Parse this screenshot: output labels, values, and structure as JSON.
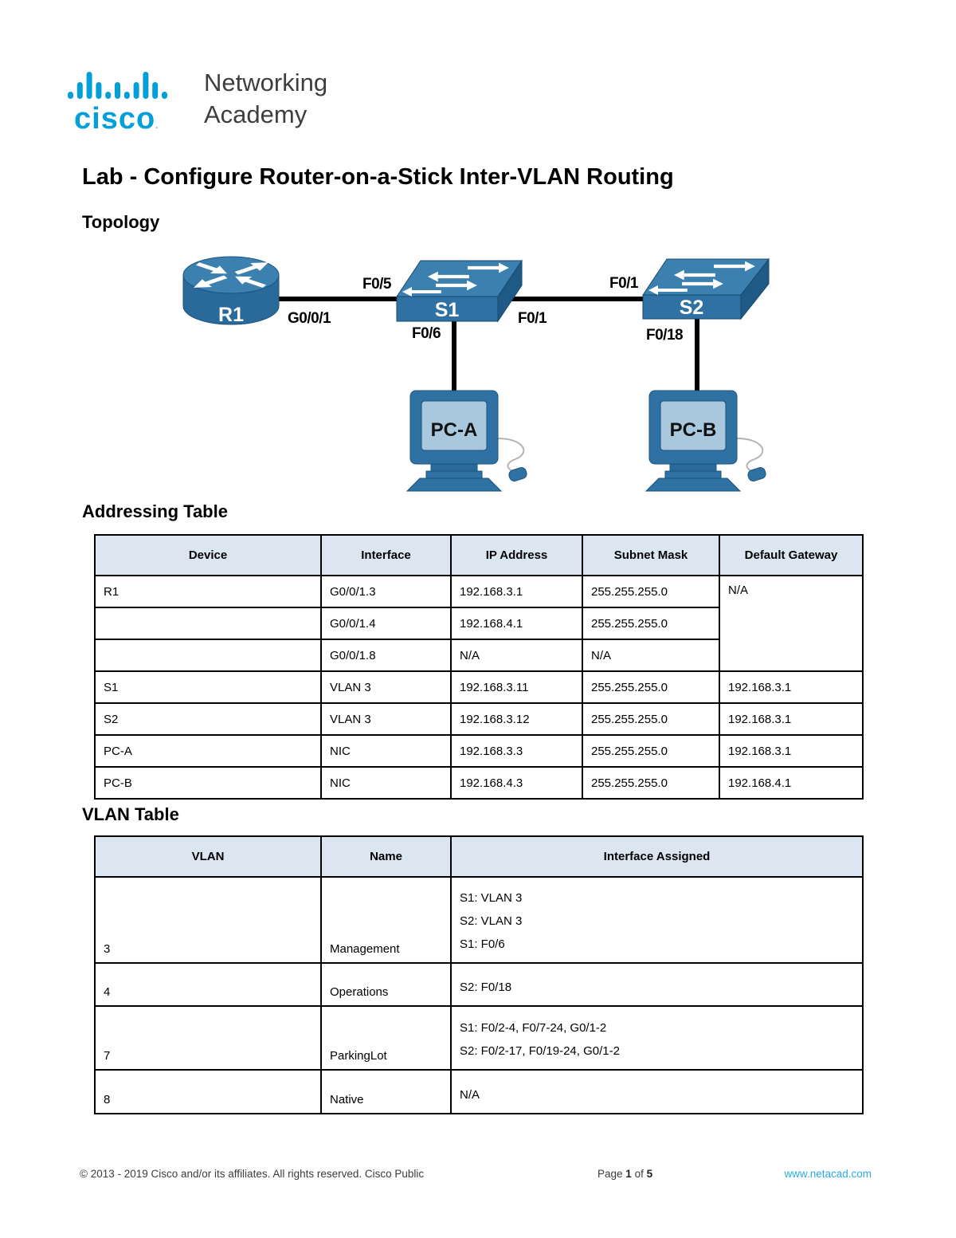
{
  "logo": {
    "wordmark": "cisco",
    "trademark": ".",
    "line1": "Networking",
    "line2": "Academy"
  },
  "title": "Lab - Configure Router-on-a-Stick Inter-VLAN Routing",
  "sections": {
    "topology": "Topology",
    "addressing": "Addressing Table",
    "vlan": "VLAN Table"
  },
  "topology": {
    "devices": {
      "router": "R1",
      "switch1": "S1",
      "switch2": "S2",
      "pc_a": "PC-A",
      "pc_b": "PC-B"
    },
    "port_labels": {
      "s1_f05": "F0/5",
      "r1_g001": "G0/0/1",
      "s1_f06": "F0/6",
      "s1_f01": "F0/1",
      "s2_f01": "F0/1",
      "s2_f018": "F0/18"
    }
  },
  "addressing_table": {
    "headers": [
      "Device",
      "Interface",
      "IP Address",
      "Subnet Mask",
      "Default Gateway"
    ],
    "rows": [
      {
        "device": "R1",
        "interface": "G0/0/1.3",
        "ip": "192.168.3.1",
        "mask": "255.255.255.0",
        "gateway": "N/A"
      },
      {
        "device": "",
        "interface": "G0/0/1.4",
        "ip": "192.168.4.1",
        "mask": "255.255.255.0",
        "gateway": ""
      },
      {
        "device": "",
        "interface": "G0/0/1.8",
        "ip": "N/A",
        "mask": "N/A",
        "gateway": ""
      },
      {
        "device": "S1",
        "interface": "VLAN 3",
        "ip": "192.168.3.11",
        "mask": "255.255.255.0",
        "gateway": "192.168.3.1"
      },
      {
        "device": "S2",
        "interface": "VLAN 3",
        "ip": "192.168.3.12",
        "mask": "255.255.255.0",
        "gateway": "192.168.3.1"
      },
      {
        "device": "PC-A",
        "interface": "NIC",
        "ip": "192.168.3.3",
        "mask": "255.255.255.0",
        "gateway": "192.168.3.1"
      },
      {
        "device": "PC-B",
        "interface": "NIC",
        "ip": "192.168.4.3",
        "mask": "255.255.255.0",
        "gateway": "192.168.4.1"
      }
    ]
  },
  "vlan_table": {
    "headers": [
      "VLAN",
      "Name",
      "Interface Assigned"
    ],
    "rows": [
      {
        "vlan": "3",
        "name": "Management",
        "interfaces": "S1: VLAN 3\nS2: VLAN 3\nS1: F0/6"
      },
      {
        "vlan": "4",
        "name": "Operations",
        "interfaces": "S2: F0/18"
      },
      {
        "vlan": "7",
        "name": "ParkingLot",
        "interfaces": "S1: F0/2-4, F0/7-24, G0/1-2\nS2: F0/2-17, F0/19-24, G0/1-2"
      },
      {
        "vlan": "8",
        "name": "Native",
        "interfaces": "N/A"
      }
    ]
  },
  "footer": {
    "copyright": "© 2013 - 2019 Cisco and/or its affiliates. All rights reserved. Cisco Public",
    "page_label": "Page",
    "page_current": "1",
    "of_label": "of",
    "page_total": "5",
    "website": "www.netacad.com"
  },
  "colors": {
    "cisco_accent": "#049fd9",
    "table_header_bg": "#dce6f1",
    "device_blue": "#2f71a2",
    "device_blue_light": "#3c80b0",
    "device_blue_dark": "#1a547e",
    "pc_screen": "#a9c8de",
    "website_link": "#29abe2"
  }
}
